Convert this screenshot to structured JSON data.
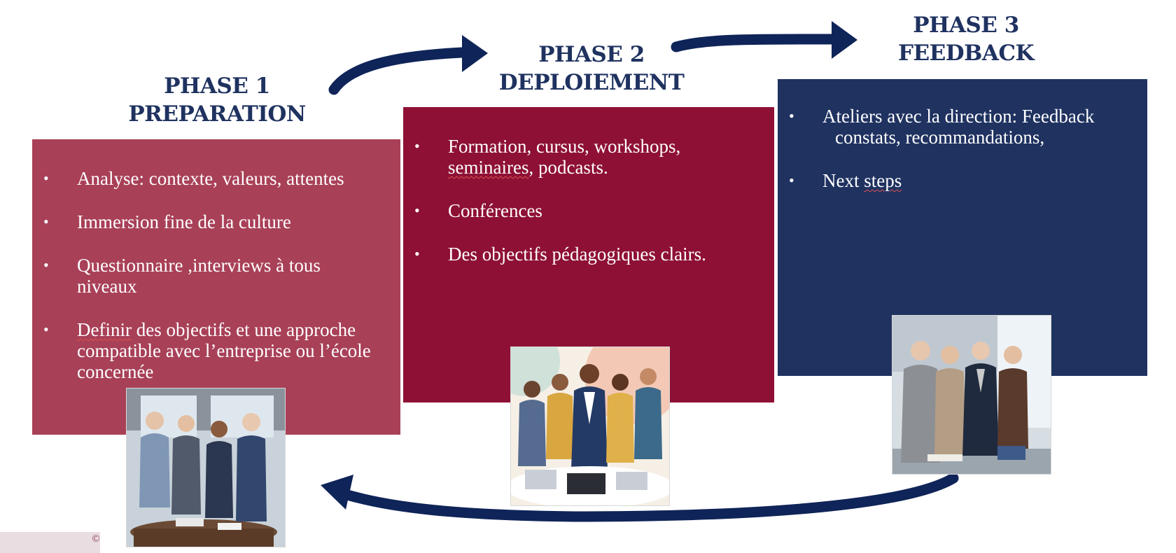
{
  "phase1": {
    "title_line1": "PHASE 1",
    "title_line2": "PREPARATION",
    "items": [
      "Analyse: contexte, valeurs, attentes",
      "Immersion fine de la culture",
      "Questionnaire ,interviews à tous niveaux",
      "compatible avec l’entreprise ou l’école concernée"
    ],
    "item4_word": "Definir",
    "item4_rest": " des objectifs et une  approche",
    "color": "#a84057"
  },
  "phase2": {
    "title_line1": "PHASE 2",
    "title_line2": "DEPLOIEMENT",
    "item1_line1": "Formation, cursus, workshops,",
    "item1_word": "seminaires",
    "item1_rest": ", podcasts.",
    "items": [
      "Conférences",
      "Des objectifs pédagogiques clairs."
    ],
    "color": "#8e1035"
  },
  "phase3": {
    "title_line1": "PHASE 3",
    "title_line2": "FEEDBACK",
    "item1_line1": "Ateliers avec la direction: Feedback",
    "item1_line2": "constats, recommandations,",
    "item2_text": "Next ",
    "item2_word": "steps",
    "color": "#1f3260"
  },
  "logo": {
    "mark": "©"
  },
  "colors": {
    "arrow": "#0f2458",
    "title": "#1f3260"
  }
}
